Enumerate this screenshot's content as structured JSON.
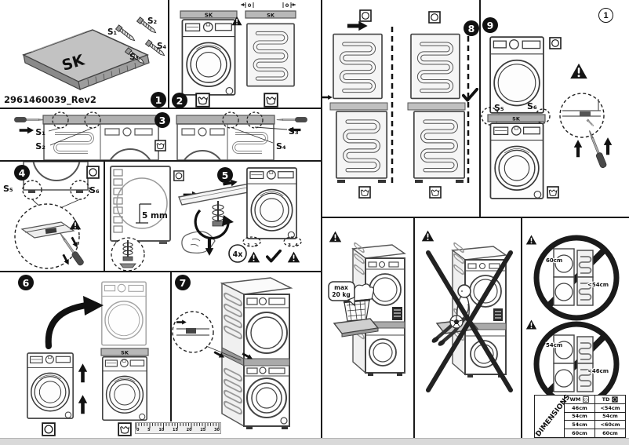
{
  "doc": {
    "number": "2961460039_Rev2",
    "page_number": "1",
    "kit_label": "SK"
  },
  "step_badges": [
    "1",
    "2",
    "3",
    "4",
    "5",
    "6",
    "7",
    "8",
    "9"
  ],
  "screw_labels": {
    "s1": "S₁",
    "s2": "S₂",
    "s3": "S₃",
    "s4": "S₄",
    "s5": "S₅",
    "s6": "S₆"
  },
  "step2": {
    "align_left": "0",
    "align_right": "0"
  },
  "step5": {
    "gap": "5 mm",
    "repeat": "4x",
    "feet": [
      "1",
      "2",
      "3",
      "4"
    ]
  },
  "warning_load": {
    "line1": "max",
    "line2": "20 kg"
  },
  "prohibitions": [
    {
      "wm": "60cm",
      "td": "<54cm"
    },
    {
      "wm": "54cm",
      "td": "<46cm"
    }
  ],
  "dimensions_table": {
    "title": "DIMENSIONS",
    "col_wm": "WM",
    "col_td": "TD",
    "rows": [
      {
        "wm": "46cm",
        "td": "<54cm"
      },
      {
        "wm": "54cm",
        "td": "54cm"
      },
      {
        "wm": "54cm",
        "td": "<60cm"
      },
      {
        "wm": "60cm",
        "td": "60cm"
      }
    ]
  },
  "ruler": {
    "ticks": [
      "0",
      "5",
      "10",
      "15",
      "20",
      "25",
      "30"
    ]
  },
  "icons": {
    "warning": "black triangle with exclamation mark",
    "washer_pictogram": "square with laundry tub",
    "dryer_pictogram": "square with drum circle"
  },
  "colors": {
    "line": "#1a1a1a",
    "kit_gray": "#b8b8b8",
    "page_edge": "#d9d9d9"
  }
}
